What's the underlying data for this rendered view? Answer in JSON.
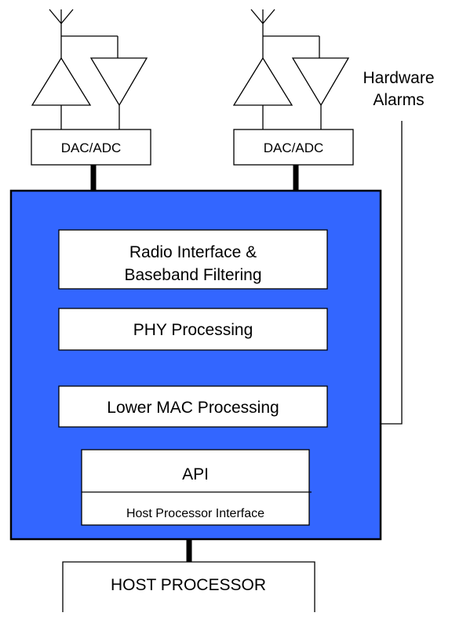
{
  "colors": {
    "chip_fill": "#3366ff",
    "outline": "#000000",
    "block_fill": "#ffffff"
  },
  "left_chain": {
    "converter_label": "DAC/ADC"
  },
  "right_chain": {
    "converter_label": "DAC/ADC"
  },
  "hardware_alarms": {
    "line1": "Hardware",
    "line2": "Alarms"
  },
  "chip": {
    "radio_block": {
      "line1": "Radio Interface &",
      "line2": "Baseband Filtering"
    },
    "phy_block": "PHY Processing",
    "mac_block": "Lower MAC Processing",
    "api_block": {
      "title": "API",
      "subtitle": "Host Processor Interface"
    }
  },
  "host": {
    "label": "HOST PROCESSOR"
  }
}
